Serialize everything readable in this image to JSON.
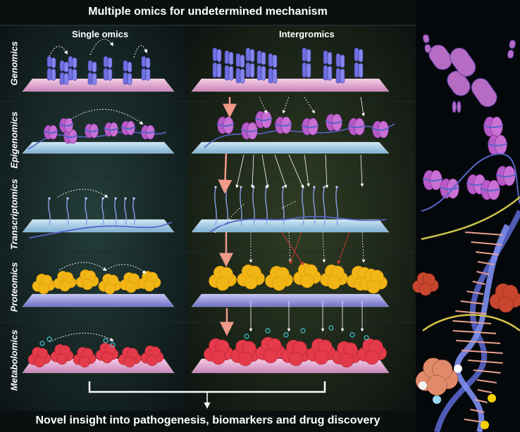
{
  "title": "Multiple omics for undetermined mechanism",
  "columns": {
    "single": "Single omics",
    "integrated": "Intergromics"
  },
  "rows": [
    {
      "id": "genomics",
      "label": "Genomics"
    },
    {
      "id": "epigenomics",
      "label": "Epigenomics"
    },
    {
      "id": "transcriptomics",
      "label": "Transcriptomics"
    },
    {
      "id": "proteomics",
      "label": "Proteomics"
    },
    {
      "id": "metabolomics",
      "label": "Metabolomics"
    }
  ],
  "footer": "Novel insight into pathogenesis, biomarkers and drug discovery",
  "colors": {
    "background": "#0a0f10",
    "chromosome": "#6f6fe0",
    "nucleosome": "#b85ac8",
    "rna": "#8aa0e8",
    "protein": "#f2b516",
    "metabolite": "#e43a4a",
    "arrow_pink": "#f09a8a",
    "dna": "#5865c8"
  }
}
